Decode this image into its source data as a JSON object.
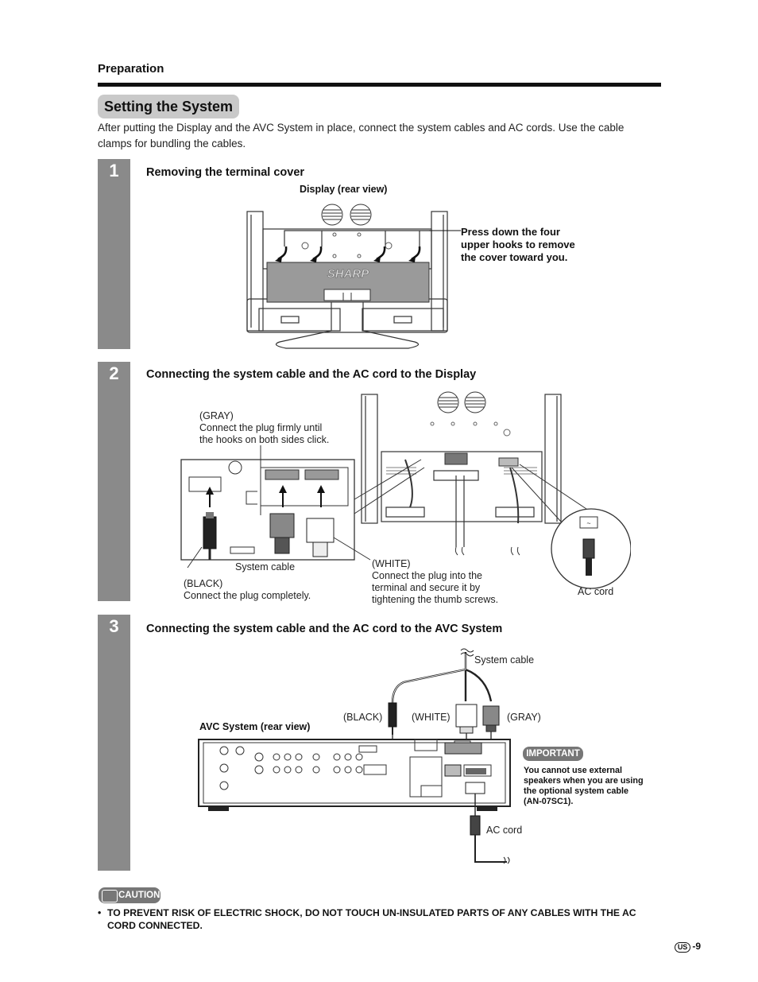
{
  "section_label": "Preparation",
  "heading": "Setting the System",
  "intro": "After putting the Display and the AVC System in place, connect the system cables and AC cords. Use the cable clamps for bundling the cables.",
  "steps": [
    {
      "number": "1",
      "title": "Removing the terminal cover",
      "display_label": "Display (rear view)",
      "instruction": "Press down the four\nupper hooks to remove\nthe cover toward you.",
      "brand": "SHARP"
    },
    {
      "number": "2",
      "title": "Connecting the system cable and the AC cord to the Display",
      "gray_label": "(GRAY)",
      "gray_text": " Connect the plug firmly until\nthe hooks on both sides click.",
      "system_cable": "System cable",
      "black_label": "(BLACK)",
      "black_text": "Connect the plug completely.",
      "white_label": "(WHITE)",
      "white_text": "Connect the plug into the\nterminal and secure it by\ntightening the thumb screws.",
      "ac_cord": "AC cord"
    },
    {
      "number": "3",
      "title": "Connecting the system cable and the AC cord to the AVC System",
      "system_cable": "System cable",
      "avc_label": "AVC System (rear view)",
      "black": "(BLACK)",
      "white": "(WHITE)",
      "gray": "(GRAY)",
      "important_badge": "IMPORTANT",
      "important_text": "You cannot use external\nspeakers when you are using\nthe optional system cable\n(AN-07SC1).",
      "ac_cord": "AC cord"
    }
  ],
  "caution": {
    "badge": "CAUTION",
    "bullet": "•",
    "text": "TO PREVENT RISK OF ELECTRIC SHOCK, DO NOT TOUCH UN-INSULATED PARTS OF ANY CABLES WITH THE AC CORD CONNECTED."
  },
  "footer": {
    "region_badge": "US",
    "page_number": "-9"
  }
}
